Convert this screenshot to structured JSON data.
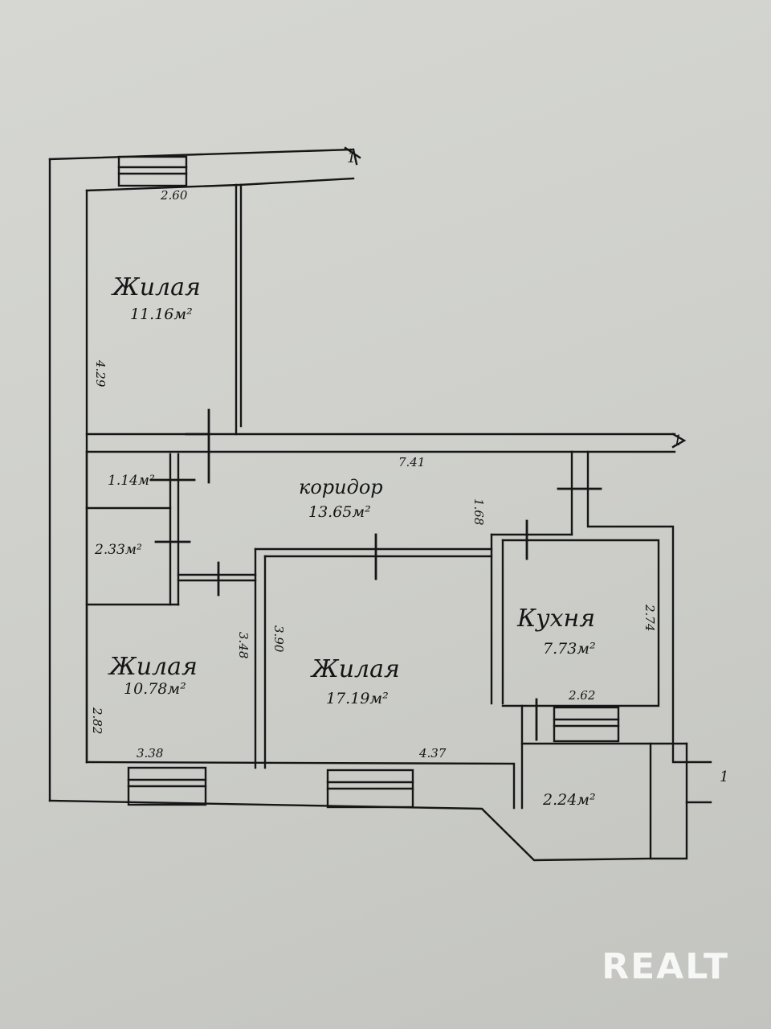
{
  "rooms": {
    "living_top": {
      "name": "Жилая",
      "area": "11.16м²",
      "dim_width": "2.60",
      "dim_height": "4.29"
    },
    "corridor": {
      "name": "коридор",
      "area": "13.65м²",
      "dim_width": "7.41",
      "dim_depth": "1.68"
    },
    "closet_1": {
      "area": "1.14м²"
    },
    "closet_2": {
      "area": "2.33м²"
    },
    "living_left": {
      "name": "Жилая",
      "area": "10.78м²",
      "dim_width": "3.38",
      "dim_height": "3.48",
      "dim_side": "2.82"
    },
    "living_center": {
      "name": "Жилая",
      "area": "17.19м²",
      "dim_width": "4.37",
      "dim_height": "3.90"
    },
    "kitchen": {
      "name": "Кухня",
      "area": "7.73м²",
      "dim_width": "2.62",
      "dim_height": "2.74"
    },
    "balcony": {
      "area": "2.24м²"
    }
  },
  "section_marks": [
    "1",
    "1",
    "1"
  ],
  "watermark": "REALT"
}
